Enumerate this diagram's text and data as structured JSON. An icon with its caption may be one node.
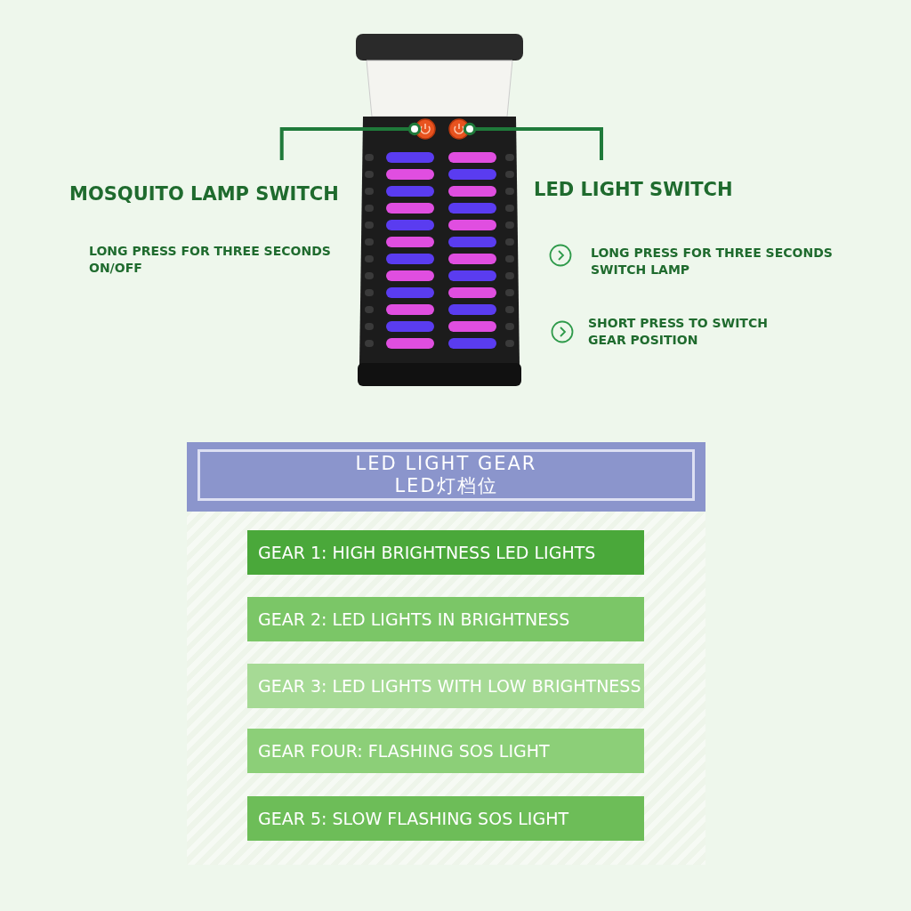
{
  "diagram": {
    "nodes": [
      {
        "text": [],
        "shape": "picture"
      },
      {
        "text": [],
        "shape": "circle",
        "in": 0
      },
      {
        "text": [],
        "shape": "circle",
        "in": 0
      },
      {
        "text": [
          "MOSQUITO LAMP SWITCH"
        ]
      },
      {
        "text": [
          "LED LIGHT SWITCH"
        ]
      },
      {
        "text": [
          "LED LIGHT GEAR",
          "LED灯档位"
        ]
      },
      {
        "text": [
          "GEAR 1: HIGH BRIGHTNESS LED LIGHTS"
        ],
        "in": 5
      },
      {
        "text": [
          "GEAR 2: LED LIGHTS IN BRIGHTNESS"
        ],
        "in": 5
      },
      {
        "text": [
          "GEAR 3: LED LIGHTS WITH LOW BRIGHTNESS"
        ],
        "in": 5
      },
      {
        "text": [
          "GEAR FOUR: FLASHING SOS LIGHT"
        ],
        "in": 5
      },
      {
        "text": [
          "GEAR 5: SLOW FLASHING SOS LIGHT"
        ],
        "in": 5
      }
    ],
    "edges": [
      {
        "from": 3,
        "to": 1,
        "arrow": "other"
      },
      {
        "from": 4,
        "to": 2,
        "arrow": "other"
      }
    ],
    "labels": [
      "LONG PRESS FOR THREE SECONDS ON/OFF",
      "LONG PRESS FOR THREE SECONDS SWITCH LAMP",
      "SHORT PRESS TO SWITCH GEAR POSITION"
    ]
  }
}
